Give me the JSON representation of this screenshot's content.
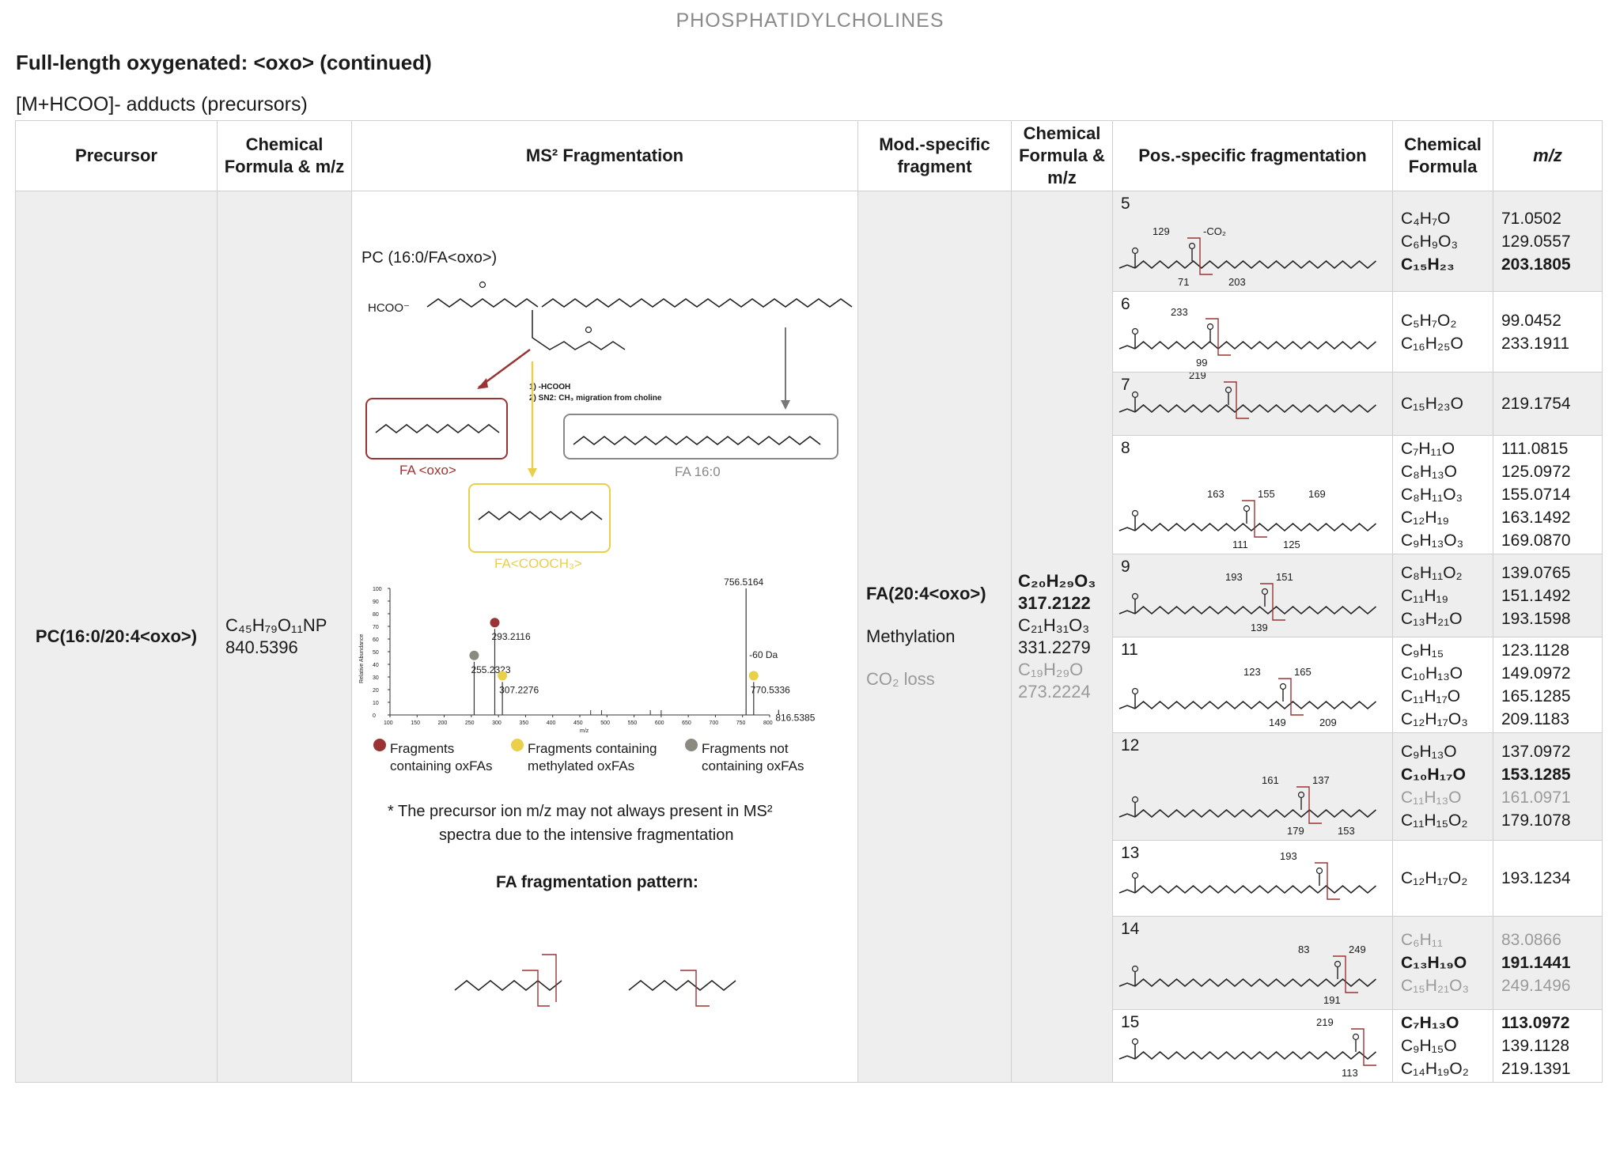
{
  "page_title": "PHOSPHATIDYLCHOLINES",
  "section_title": "Full-length oxygenated: <oxo> (continued)",
  "subtitle": "[M+HCOO]- adducts (precursors)",
  "headers": {
    "precursor": "Precursor",
    "chem_formula_mz": "Chemical Formula & m/z",
    "ms2": "MS² Fragmentation",
    "mod_specific": "Mod.-specific fragment",
    "chem_formula_mz2": "Chemical Formula & m/z",
    "pos_specific": "Pos.-specific fragmentation",
    "chem_formula": "Chemical Formula",
    "mz": "m/z"
  },
  "precursor": {
    "name": "PC(16:0/20:4<oxo>)",
    "formula": "C₄₅H₇₉O₁₁NP",
    "mz": "840.5396"
  },
  "ms2": {
    "structure_title": "PC (16:0/FA<oxo>)",
    "hcoo": "HCOO⁻",
    "loss_note_1": "1) -HCOOH",
    "loss_note_2": "2) SN2: CH₃ migration from choline",
    "fa_oxo_label": "FA <oxo>",
    "fa_160_label": "FA 16:0",
    "fa_cooch3_label": "FA<COOCH₃>",
    "spectrum": {
      "ylabel": "Relative Abundance",
      "xlabel": "m/z",
      "peaks": [
        {
          "mz": 255.2323,
          "intensity": 42,
          "type": "not"
        },
        {
          "mz": 293.2116,
          "intensity": 68,
          "type": "ox"
        },
        {
          "mz": 307.2276,
          "intensity": 26,
          "type": "meth"
        },
        {
          "mz": 756.5164,
          "intensity": 100,
          "type": "none"
        },
        {
          "mz": 770.5336,
          "intensity": 26,
          "type": "meth"
        },
        {
          "mz": 816.5385,
          "intensity": 4,
          "type": "none"
        }
      ],
      "peak_labels": [
        "255.2323",
        "293.2116",
        "307.2276",
        "756.5164",
        "770.5336",
        "816.5385"
      ],
      "loss_label": "-60 Da",
      "yticks": [
        "0",
        "10",
        "20",
        "30",
        "40",
        "50",
        "60",
        "70",
        "80",
        "90",
        "100"
      ],
      "xticks": [
        "100",
        "150",
        "200",
        "250",
        "300",
        "350",
        "400",
        "450",
        "500",
        "550",
        "600",
        "650",
        "700",
        "750",
        "800"
      ]
    },
    "legend": [
      {
        "text1": "Fragments",
        "text2": "containing oxFAs",
        "color": "#9a3434"
      },
      {
        "text1": "Fragments containing",
        "text2": "methylated oxFAs",
        "color": "#e9cf4a"
      },
      {
        "text1": "Fragments not",
        "text2": "containing oxFAs",
        "color": "#8a8a80"
      }
    ],
    "note_line1": "* The precursor ion m/z may not always present in MS²",
    "note_line2": "spectra due to the intensive fragmentation",
    "fa_pattern_title": "FA fragmentation pattern:"
  },
  "mod_fragments": [
    {
      "label": "FA(20:4<oxo>)",
      "style": "bold"
    },
    {
      "label": "Methylation",
      "style": "normal"
    },
    {
      "label": "CO₂ loss",
      "style": "gray"
    }
  ],
  "mod_formulas": [
    {
      "text": "C₂₀H₂₉O₃",
      "style": "bold"
    },
    {
      "text": "317.2122",
      "style": "bold"
    },
    {
      "text": "C₂₁H₃₁O₃",
      "style": "normal"
    },
    {
      "text": "331.2279",
      "style": "normal"
    },
    {
      "text": "C₁₉H₂₉O",
      "style": "gray"
    },
    {
      "text": "273.2224",
      "style": "gray"
    }
  ],
  "positions": [
    {
      "num": "5",
      "labels": [
        "129",
        "71",
        "-CO₂",
        "203"
      ],
      "rows": [
        {
          "f": "C₄H₇O",
          "m": "71.0502",
          "s": "normal"
        },
        {
          "f": "C₆H₉O₃",
          "m": "129.0557",
          "s": "normal"
        },
        {
          "f": "C₁₅H₂₃",
          "m": "203.1805",
          "s": "bold"
        }
      ]
    },
    {
      "num": "6",
      "labels": [
        "233",
        "99"
      ],
      "rows": [
        {
          "f": "C₅H₇O₂",
          "m": "99.0452",
          "s": "normal"
        },
        {
          "f": "C₁₆H₂₅O",
          "m": "233.1911",
          "s": "normal"
        }
      ]
    },
    {
      "num": "7",
      "labels": [
        "219"
      ],
      "rows": [
        {
          "f": "C₁₅H₂₃O",
          "m": "219.1754",
          "s": "normal"
        }
      ]
    },
    {
      "num": "8",
      "labels": [
        "163",
        "111",
        "155",
        "125",
        "169"
      ],
      "rows": [
        {
          "f": "C₇H₁₁O",
          "m": "111.0815",
          "s": "normal"
        },
        {
          "f": "C₈H₁₃O",
          "m": "125.0972",
          "s": "normal"
        },
        {
          "f": "C₈H₁₁O₃",
          "m": "155.0714",
          "s": "normal"
        },
        {
          "f": "C₁₂H₁₉",
          "m": "163.1492",
          "s": "normal"
        },
        {
          "f": "C₉H₁₃O₃",
          "m": "169.0870",
          "s": "normal"
        }
      ]
    },
    {
      "num": "9",
      "labels": [
        "193",
        "139",
        "151"
      ],
      "rows": [
        {
          "f": "C₈H₁₁O₂",
          "m": "139.0765",
          "s": "normal"
        },
        {
          "f": "C₁₁H₁₉",
          "m": "151.1492",
          "s": "normal"
        },
        {
          "f": "C₁₃H₂₁O",
          "m": "193.1598",
          "s": "normal"
        }
      ]
    },
    {
      "num": "11",
      "labels": [
        "123",
        "149",
        "165",
        "209"
      ],
      "rows": [
        {
          "f": "C₉H₁₅",
          "m": "123.1128",
          "s": "normal"
        },
        {
          "f": "C₁₀H₁₃O",
          "m": "149.0972",
          "s": "normal"
        },
        {
          "f": "C₁₁H₁₇O",
          "m": "165.1285",
          "s": "normal"
        },
        {
          "f": "C₁₂H₁₇O₃",
          "m": "209.1183",
          "s": "normal"
        }
      ]
    },
    {
      "num": "12",
      "labels": [
        "161",
        "179",
        "137",
        "153"
      ],
      "rows": [
        {
          "f": "C₉H₁₃O",
          "m": "137.0972",
          "s": "normal"
        },
        {
          "f": "C₁₀H₁₇O",
          "m": "153.1285",
          "s": "bold"
        },
        {
          "f": "C₁₁H₁₃O",
          "m": "161.0971",
          "s": "gray"
        },
        {
          "f": "C₁₁H₁₅O₂",
          "m": "179.1078",
          "s": "normal"
        }
      ]
    },
    {
      "num": "13",
      "labels": [
        "193"
      ],
      "rows": [
        {
          "f": "C₁₂H₁₇O₂",
          "m": "193.1234",
          "s": "normal"
        }
      ]
    },
    {
      "num": "14",
      "labels": [
        "83",
        "191",
        "249"
      ],
      "rows": [
        {
          "f": "C₆H₁₁",
          "m": "83.0866",
          "s": "gray"
        },
        {
          "f": "C₁₃H₁₉O",
          "m": "191.1441",
          "s": "bold"
        },
        {
          "f": "C₁₅H₂₁O₃",
          "m": "249.1496",
          "s": "gray"
        }
      ]
    },
    {
      "num": "15",
      "labels": [
        "219",
        "113"
      ],
      "rows": [
        {
          "f": "C₇H₁₃O",
          "m": "113.0972",
          "s": "bold"
        },
        {
          "f": "C₉H₁₅O",
          "m": "139.1128",
          "s": "normal"
        },
        {
          "f": "C₁₄H₁₉O₂",
          "m": "219.1391",
          "s": "normal"
        }
      ]
    }
  ],
  "colors": {
    "oxo_red": "#9a3434",
    "meth_yellow": "#e9cf4a",
    "not_gray": "#8a8a80",
    "row_shade": "#eeeeee"
  }
}
